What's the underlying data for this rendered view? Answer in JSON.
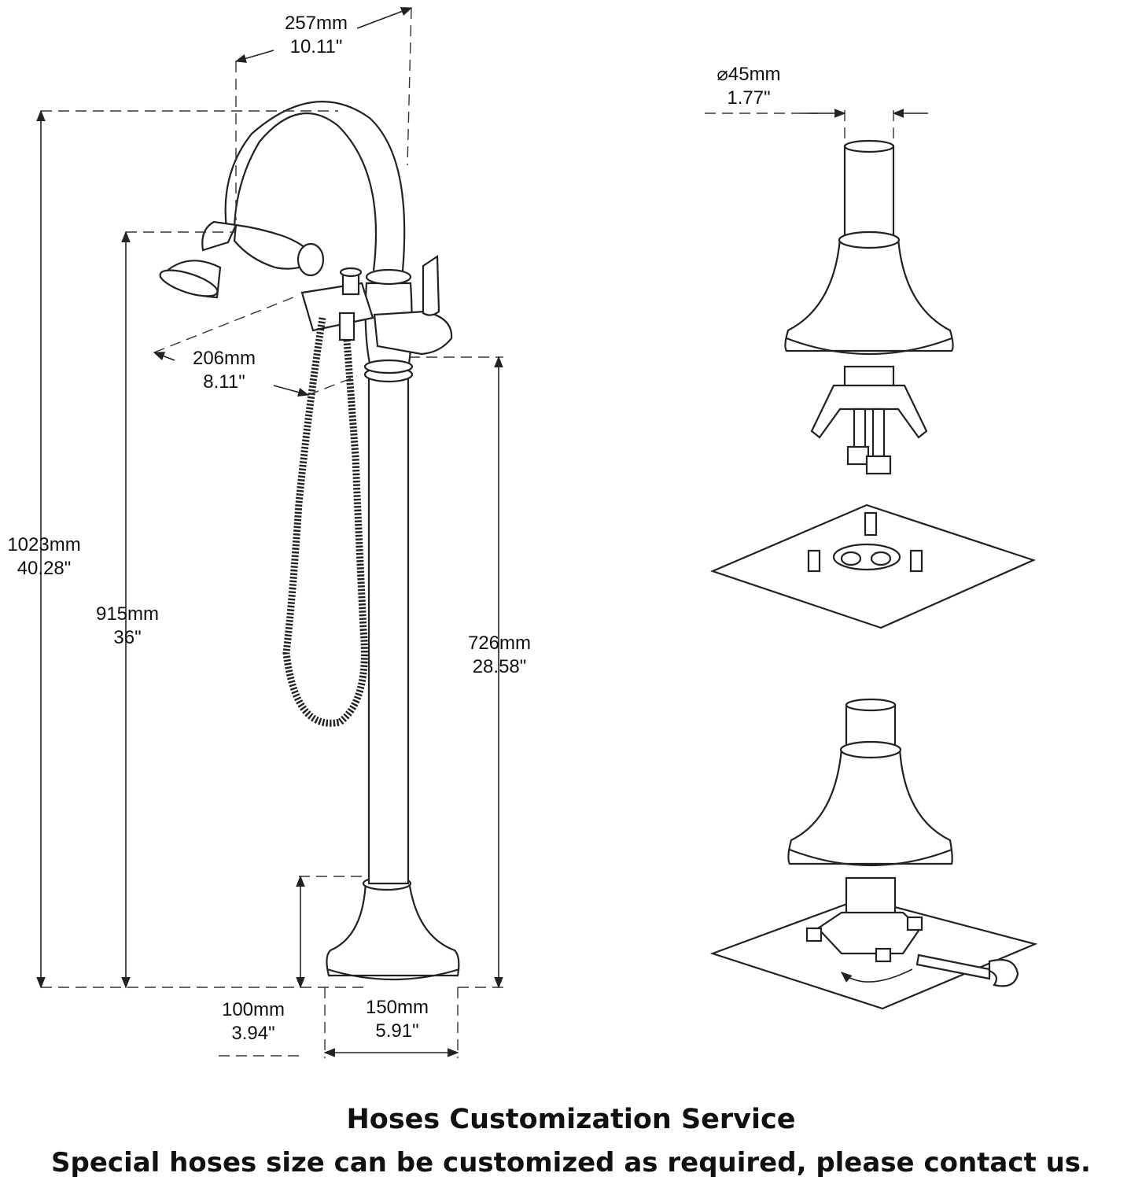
{
  "dimensions": {
    "top_reach": {
      "mm": "257mm",
      "inch": "10.11\""
    },
    "hand_shower_reach": {
      "mm": "206mm",
      "inch": "8.11\""
    },
    "total_height": {
      "mm": "1023mm",
      "inch": "40.28\""
    },
    "spout_height": {
      "mm": "915mm",
      "inch": "36\""
    },
    "handle_height": {
      "mm": "726mm",
      "inch": "28.58\""
    },
    "base_height": {
      "mm": "100mm",
      "inch": "3.94\""
    },
    "base_diameter": {
      "mm": "150mm",
      "inch": "5.91\""
    },
    "pipe_diameter": {
      "mm": "⌀45mm",
      "inch": "1.77\""
    }
  },
  "footer": {
    "title": "Hoses Customization Service",
    "note": "Special hoses size can be customized as required, please contact us."
  },
  "icons": [
    "faucet-drawing",
    "installation-step-1",
    "mounting-plate",
    "installation-step-2",
    "wrench-icon"
  ]
}
